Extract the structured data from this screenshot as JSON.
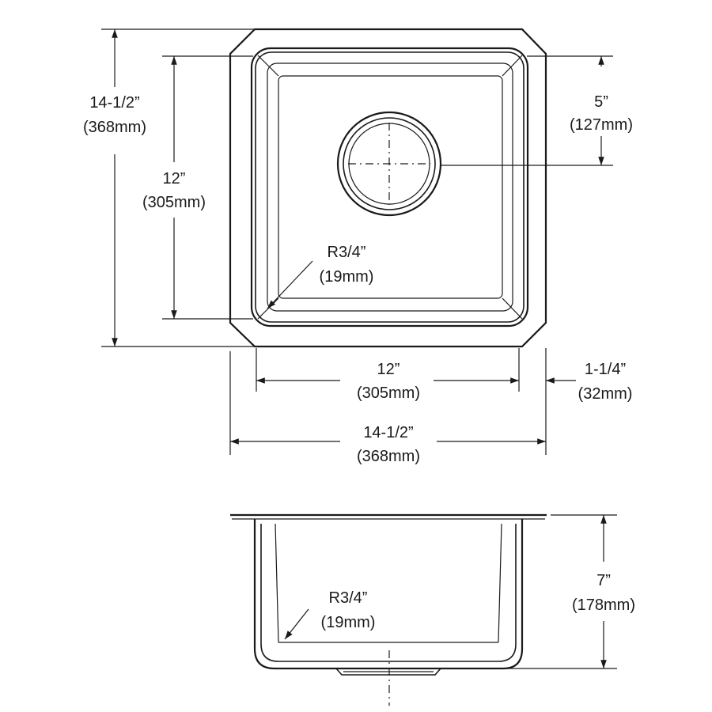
{
  "top_view": {
    "overall_height": {
      "imperial": "14-1/2”",
      "metric": "(368mm)"
    },
    "bowl_height": {
      "imperial": "12”",
      "metric": "(305mm)"
    },
    "drain_offset": {
      "imperial": "5”",
      "metric": "(127mm)"
    },
    "corner_radius": {
      "imperial": "R3/4”",
      "metric": "(19mm)"
    },
    "bowl_width": {
      "imperial": "12”",
      "metric": "(305mm)"
    },
    "rim_width": {
      "imperial": "1-1/4”",
      "metric": "(32mm)"
    },
    "overall_width": {
      "imperial": "14-1/2”",
      "metric": "(368mm)"
    }
  },
  "section_view": {
    "corner_radius": {
      "imperial": "R3/4”",
      "metric": "(19mm)"
    },
    "depth": {
      "imperial": "7”",
      "metric": "(178mm)"
    }
  },
  "colors": {
    "line": "#1a1a1a",
    "background": "#ffffff"
  }
}
